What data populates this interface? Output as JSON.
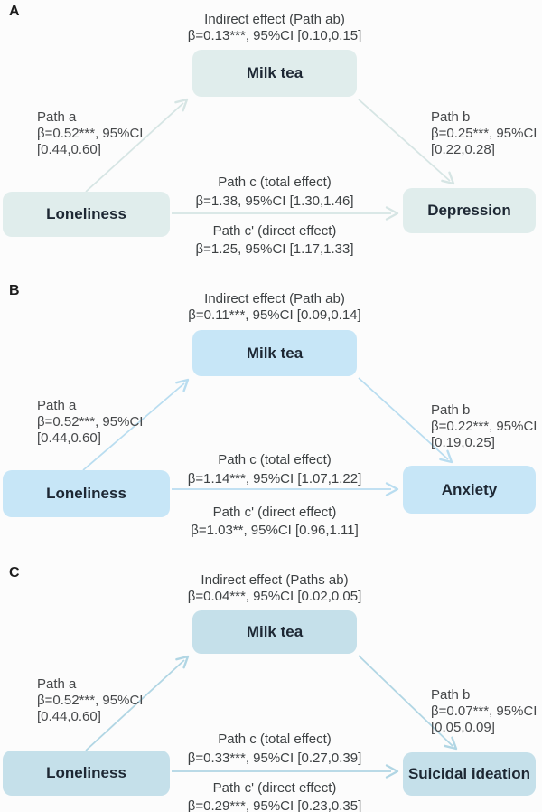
{
  "figure": {
    "panels": [
      {
        "letter": "A",
        "indirect": {
          "title": "Indirect effect (Path ab)",
          "stat": "β=0.13***, 95%CI [0.10,0.15]"
        },
        "boxes": {
          "mediator": "Milk tea",
          "predictor": "Loneliness",
          "outcome": "Depression"
        },
        "path_a": {
          "label": "Path a",
          "stat": "β=0.52***, 95%CI",
          "ci": "[0.44,0.60]"
        },
        "path_b": {
          "label": "Path b",
          "stat": "β=0.25***, 95%CI",
          "ci": "[0.22,0.28]"
        },
        "path_c_total": {
          "label": "Path c (total effect)",
          "stat": "β=1.38, 95%CI [1.30,1.46]"
        },
        "path_c_direct": {
          "label": "Path c' (direct effect)",
          "stat": "β=1.25, 95%CI [1.17,1.33]"
        },
        "colors": {
          "box_fill": "#e0edec",
          "arrow": "#d6e5e4"
        }
      },
      {
        "letter": "B",
        "indirect": {
          "title": "Indirect effect (Path ab)",
          "stat": "β=0.11***, 95%CI [0.09,0.14]"
        },
        "boxes": {
          "mediator": "Milk tea",
          "predictor": "Loneliness",
          "outcome": "Anxiety"
        },
        "path_a": {
          "label": "Path a",
          "stat": "β=0.52***, 95%CI",
          "ci": "[0.44,0.60]"
        },
        "path_b": {
          "label": "Path b",
          "stat": "β=0.22***, 95%CI",
          "ci": "[0.19,0.25]"
        },
        "path_c_total": {
          "label": "Path c (total effect)",
          "stat": "β=1.14***, 95%CI [1.07,1.22]"
        },
        "path_c_direct": {
          "label": "Path c' (direct effect)",
          "stat": "β=1.03**, 95%CI [0.96,1.11]"
        },
        "colors": {
          "box_fill": "#c7e6f7",
          "arrow": "#b9ddf0"
        }
      },
      {
        "letter": "C",
        "indirect": {
          "title": "Indirect effect (Paths ab)",
          "stat": "β=0.04***, 95%CI [0.02,0.05]"
        },
        "boxes": {
          "mediator": "Milk tea",
          "predictor": "Loneliness",
          "outcome": "Suicidal ideation"
        },
        "path_a": {
          "label": "Path a",
          "stat": "β=0.52***, 95%CI",
          "ci": "[0.44,0.60]"
        },
        "path_b": {
          "label": "Path b",
          "stat": "β=0.07***, 95%CI",
          "ci": "[0.05,0.09]"
        },
        "path_c_total": {
          "label": "Path c (total effect)",
          "stat": "β=0.33***, 95%CI [0.27,0.39]"
        },
        "path_c_direct": {
          "label": "Path c' (direct effect)",
          "stat": "β=0.29***, 95%CI [0.23,0.35]"
        },
        "colors": {
          "box_fill": "#c5e0ea",
          "arrow": "#b1d6e4"
        }
      }
    ]
  }
}
